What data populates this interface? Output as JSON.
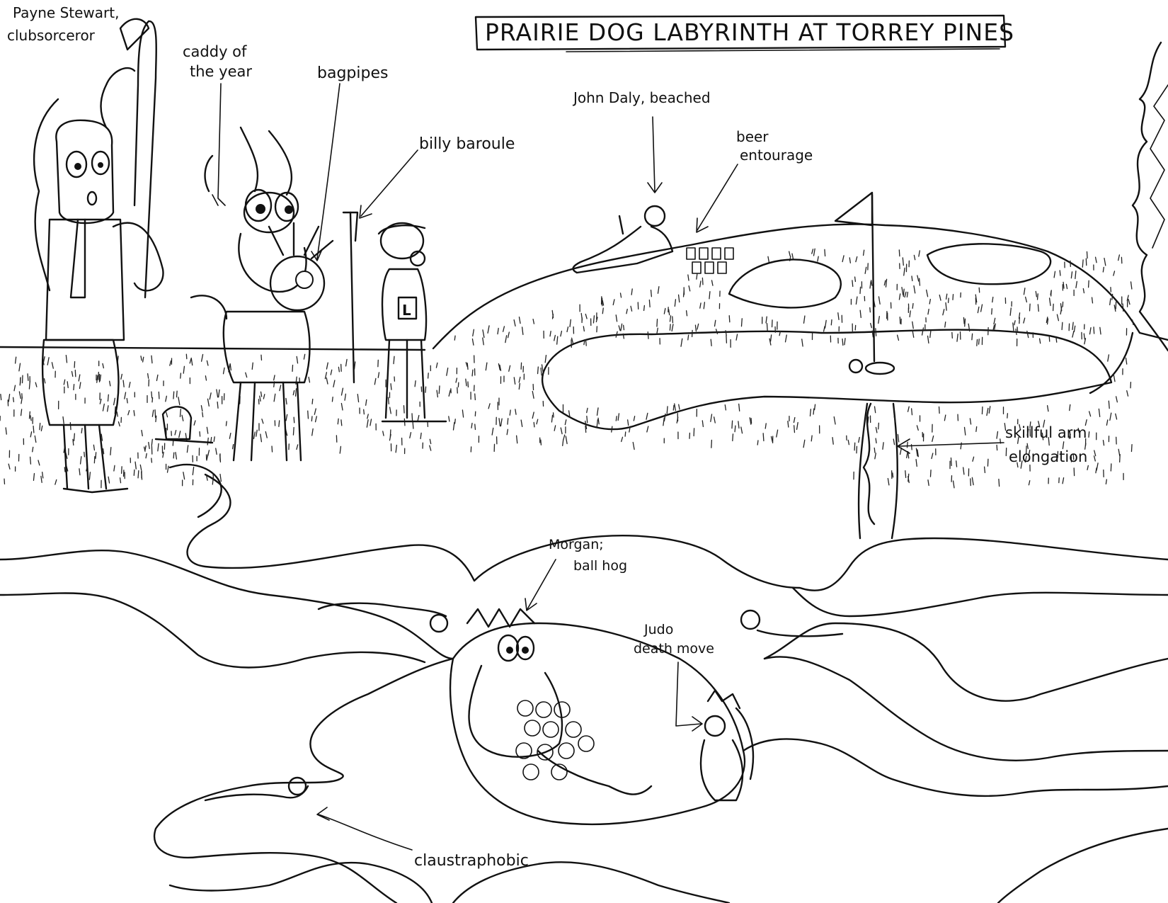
{
  "title": "PRAIRIE DOG LABYRINTH AT TORREY PINES",
  "labels": {
    "payne_line1": "Payne Stewart,",
    "payne_line2": "clubsorceror",
    "caddy_line1": "caddy of",
    "caddy_line2": "the year",
    "bagpipes": "bagpipes",
    "billy": "billy baroule",
    "daly": "John Daly, beached",
    "beer_line1": "beer",
    "beer_line2": "entourage",
    "skillful_line1": "skillful arm",
    "skillful_line2": "elongation",
    "morgan_line1": "Morgan;",
    "morgan_line2": "ball hog",
    "judo_line1": "Judo",
    "judo_line2": "death move",
    "claustrophobic": "claustraphobic",
    "shirt_letter": "L"
  },
  "style": {
    "ink_color": "#111111",
    "paper_color": "#ffffff"
  }
}
